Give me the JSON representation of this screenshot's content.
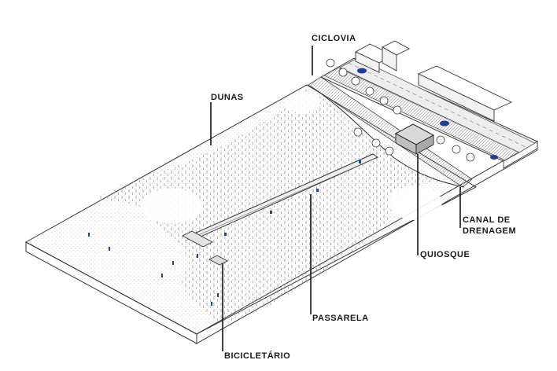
{
  "labels": {
    "ciclovia": "CICLOVIA",
    "dunas": "DUNAS",
    "canal_line1": "CANAL DE",
    "canal_line2": "DRENAGEM",
    "quiosque": "QUIOSQUE",
    "passarela": "PASSARELA",
    "bicicletario": "BICICLETÁRIO"
  },
  "colors": {
    "line": "#333333",
    "hatch": "#8a8a8a",
    "accent_blue": "#1f3f9a",
    "sand_light": "#f4f4f4"
  }
}
